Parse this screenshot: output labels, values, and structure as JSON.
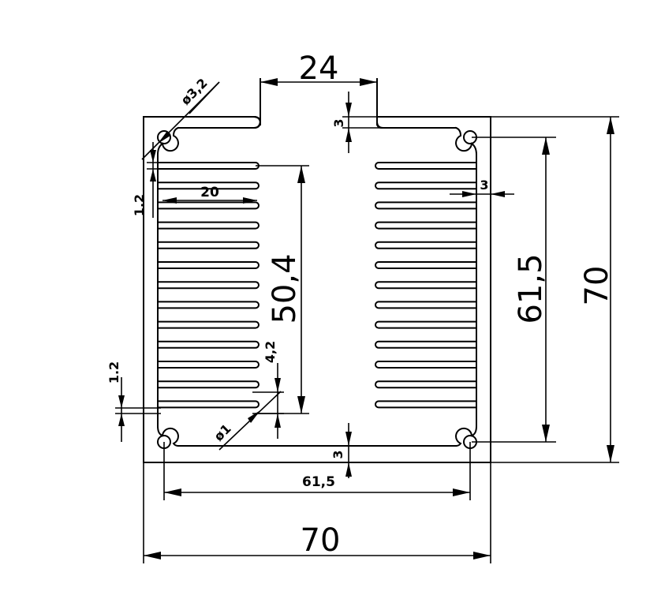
{
  "dimensions": {
    "width_overall": "70",
    "height_overall": "70",
    "top_slot_width": "24",
    "bottom_hole_spacing": "61,5",
    "vertical_hole_spacing": "61,5",
    "fin_region_height": "50,4",
    "fin_length": "20",
    "hole_diameter_corner": "ø3,2",
    "hole_diameter_small": "ø1",
    "wall_top": "3",
    "wall_bottom": "3",
    "wall_right": "3",
    "fin_thickness_upper": "1.2",
    "fin_thickness_lower": "1.2",
    "fin_pitch": "4,2"
  }
}
